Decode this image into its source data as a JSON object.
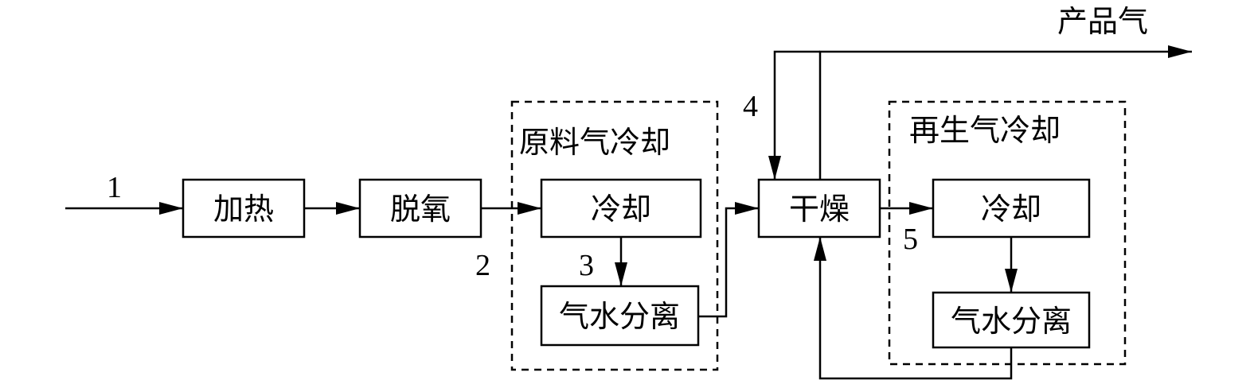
{
  "groups": {
    "feed_cooling": "原料气冷却",
    "regen_cooling": "再生气冷却"
  },
  "nodes": {
    "heat": "加热",
    "deoxy": "脱氧",
    "cool1": "冷却",
    "sep1": "气水分离",
    "dry": "干燥",
    "cool2": "冷却",
    "sep2": "气水分离"
  },
  "output": {
    "product_gas": "产品气"
  },
  "stream_labels": {
    "s1": "1",
    "s2": "2",
    "s3": "3",
    "s4": "4",
    "s5": "5"
  }
}
